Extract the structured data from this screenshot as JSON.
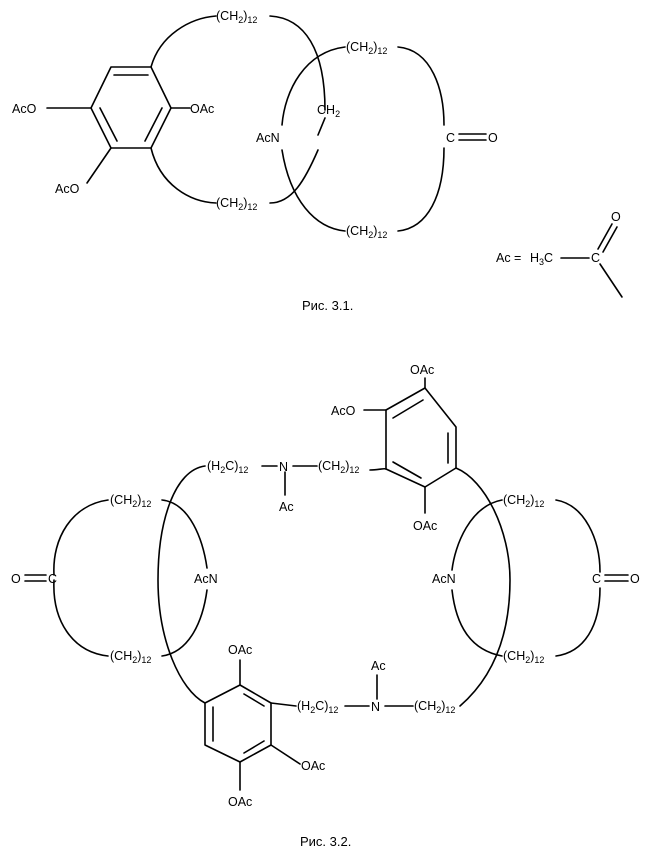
{
  "figure1": {
    "caption": "Рис. 3.1.",
    "labels": {
      "chain_top_a": [
        "(CH",
        "2",
        ")",
        "12"
      ],
      "chain_top_b": [
        "(CH",
        "2",
        ")",
        "12"
      ],
      "chain_bottom_a": [
        "(CH",
        "2",
        ")",
        "12"
      ],
      "chain_bottom_b": [
        "(CH",
        "2",
        ")",
        "12"
      ],
      "ch2": [
        "CH",
        "2"
      ],
      "acn": "AcN",
      "carbonyl_c": "C",
      "carbonyl_o": "O",
      "oac": "OAc",
      "aco_1": "AcO",
      "aco_2": "AcO"
    },
    "legend": {
      "ac_eq": "Ac =",
      "h3c": [
        "H",
        "3",
        "C"
      ],
      "c": "C",
      "o": "O"
    }
  },
  "figure2": {
    "caption": "Рис. 3.2.",
    "labels": {
      "oac_top": "OAc",
      "aco_top": "AcO",
      "oac_right": "OAc",
      "chain_h2c_top": [
        "(H",
        "2",
        "C)",
        "12"
      ],
      "n_top": "N",
      "chain_ch2_top": [
        "(CH",
        "2",
        ")",
        "12"
      ],
      "ac_top": "Ac",
      "chain_left_top": [
        "(CH",
        "2",
        ")",
        "12"
      ],
      "chain_right_top": [
        "(CH",
        "2",
        ")",
        "12"
      ],
      "o_left": "O",
      "c_left": "C",
      "acn_left": "AcN",
      "acn_right": "AcN",
      "c_right": "C",
      "o_right": "O",
      "chain_left_bottom": [
        "(CH",
        "2",
        ")",
        "12"
      ],
      "chain_right_bottom": [
        "(CH",
        "2",
        ")",
        "12"
      ],
      "oac_bottom_top": "OAc",
      "ac_bottom": "Ac",
      "chain_h2c_bottom": [
        "(H",
        "2",
        "C)",
        "12"
      ],
      "n_bottom": "N",
      "chain_ch2_bottom": [
        "(CH",
        "2",
        ")",
        "12"
      ],
      "oac_bottom_r": "OAc",
      "oac_bottom_b": "OAc"
    }
  }
}
